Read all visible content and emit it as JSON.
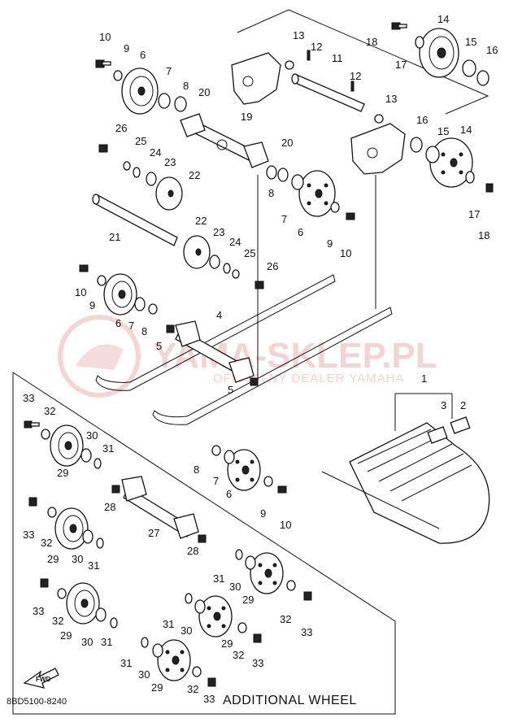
{
  "diagram": {
    "watermark": {
      "main": "YAMA-SKLEP.PL",
      "sub": "OFICJALNY DEALER YAMAHA"
    },
    "caption": "ADDITIONAL WHEEL",
    "code": "8BD5100-8240",
    "fwd": "FWD",
    "callouts": [
      "1",
      "2",
      "3",
      "4",
      "5",
      "6",
      "7",
      "8",
      "9",
      "10",
      "11",
      "12",
      "13",
      "14",
      "15",
      "16",
      "17",
      "18",
      "19",
      "20",
      "21",
      "22",
      "23",
      "24",
      "25",
      "26",
      "27",
      "28",
      "29",
      "30",
      "31",
      "32",
      "33"
    ]
  }
}
